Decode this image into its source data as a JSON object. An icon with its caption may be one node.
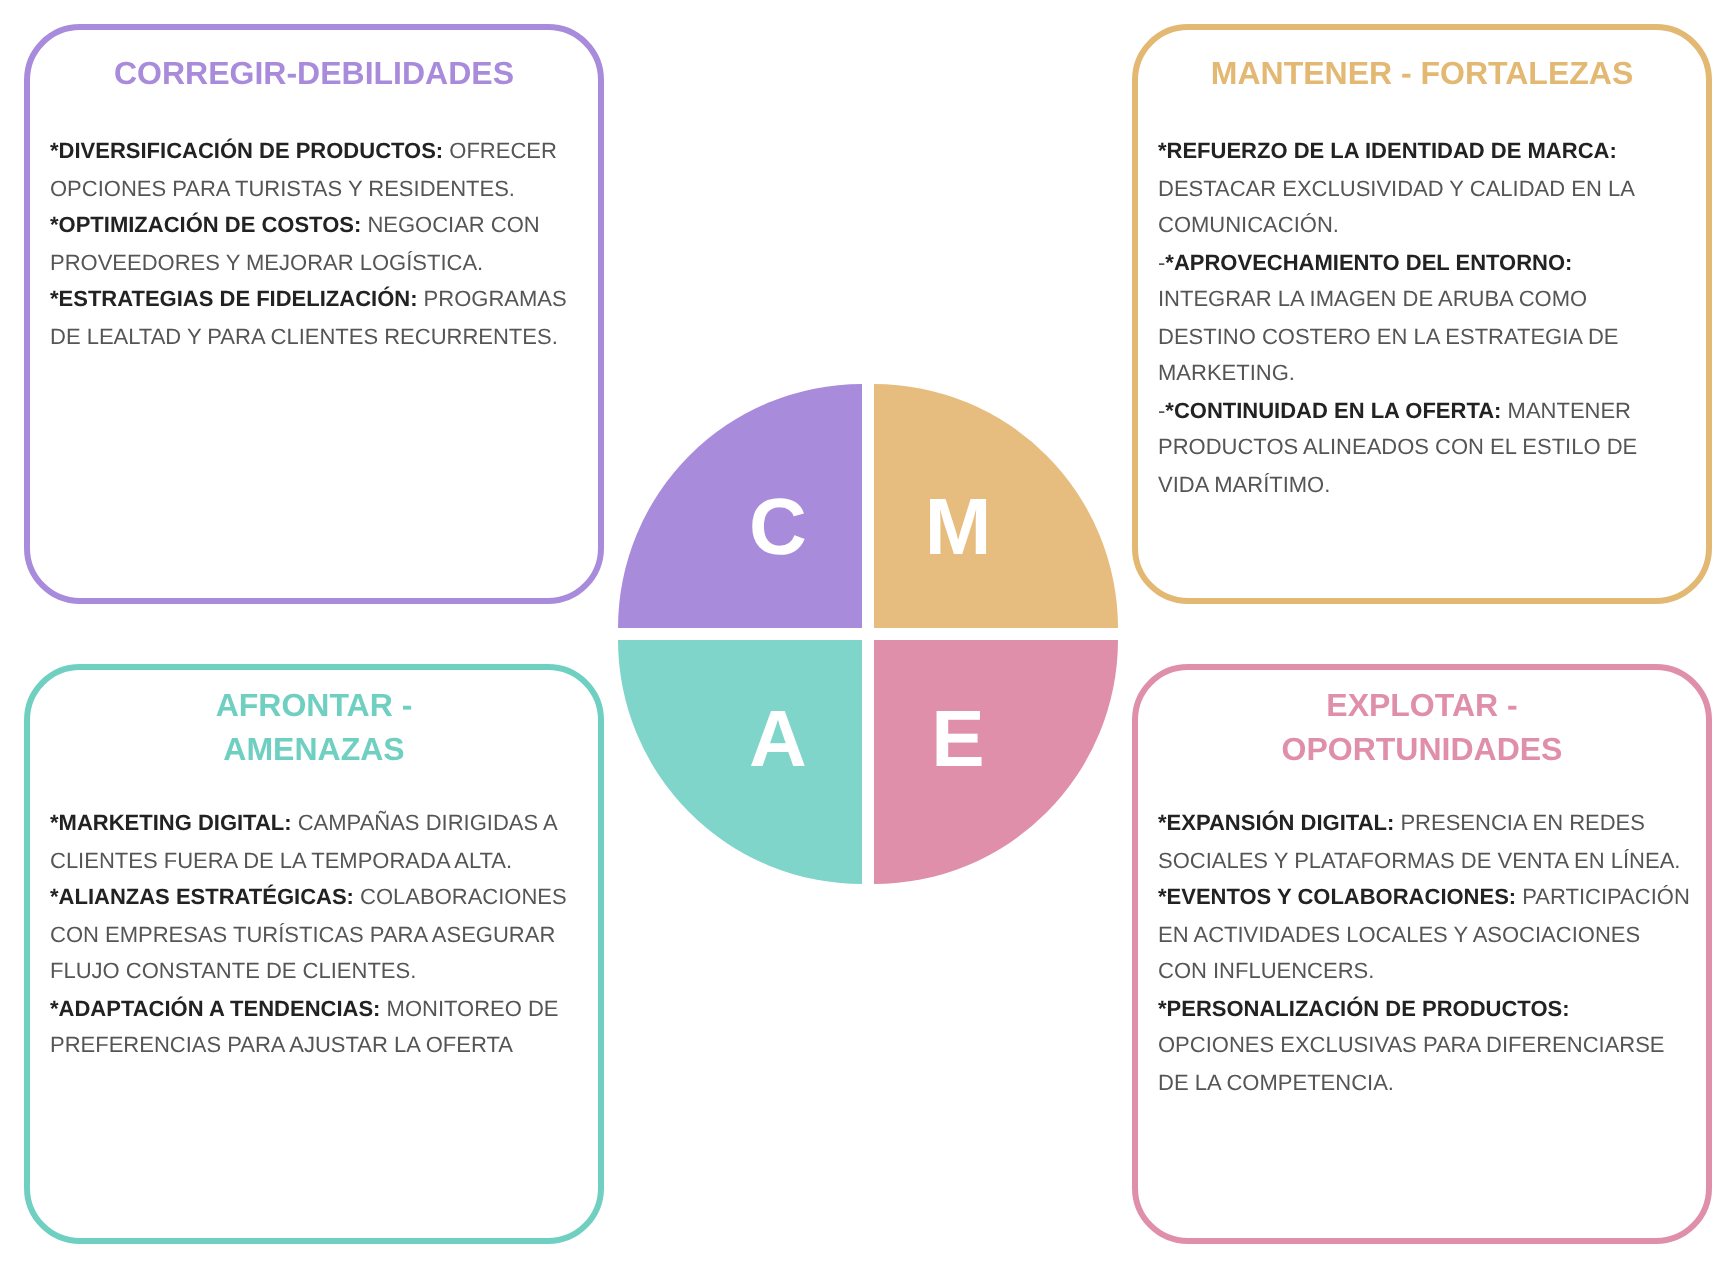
{
  "diagram": {
    "nodes": [
      {
        "text": [
          "CORREGIR-DEBILIDADES",
          "***DIVERSIFICACIÓN DE PRODUCTOS:** OFRECER OPCIONES PARA TURISTAS Y RESIDENTES.",
          "***OPTIMIZACIÓN DE COSTOS:** NEGOCIAR CON PROVEEDORES Y MEJORAR LOGÍSTICA.",
          "***ESTRATEGIAS DE FIDELIZACIÓN:** PROGRAMAS DE LEALTAD Y PARA CLIENTES RECURRENTES."
        ]
      },
      {
        "text": [
          "MANTENER - FORTALEZAS",
          "***REFUERZO DE LA IDENTIDAD DE MARCA:** DESTACAR EXCLUSIVIDAD Y CALIDAD EN LA COMUNICACIÓN.",
          "-***APROVECHAMIENTO DEL ENTORNO:** INTEGRAR LA IMAGEN DE ARUBA COMO DESTINO COSTERO EN LA ESTRATEGIA DE MARKETING.",
          "-***CONTINUIDAD EN LA OFERTA:** MANTENER PRODUCTOS ALINEADOS CON EL ESTILO DE VIDA MARÍTIMO."
        ]
      },
      {
        "text": [
          "C"
        ]
      },
      {
        "text": [
          "M"
        ]
      },
      {
        "text": [
          "A"
        ]
      },
      {
        "text": [
          "E"
        ]
      },
      {
        "text": [
          "AFRONTAR - AMENAZAS",
          "***MARKETING DIGITAL:** CAMPAÑAS DIRIGIDAS A CLIENTES FUERA DE LA TEMPORADA ALTA.",
          "***ALIANZAS ESTRATÉGICAS:** COLABORACIONES CON EMPRESAS TURÍSTICAS PARA ASEGURAR FLUJO CONSTANTE DE CLIENTES.",
          "***ADAPTACIÓN A TENDENCIAS:** MONITOREO DE PREFERENCIAS PARA AJUSTAR LA OFERTA"
        ]
      },
      {
        "text": [
          "EXPLOTAR - OPORTUNIDADES",
          "***EXPANSIÓN DIGITAL:** PRESENCIA EN REDES SOCIALES Y PLATAFORMAS DE VENTA EN LÍNEA.",
          "***EVENTOS Y COLABORACIONES:** PARTICIPACIÓN EN ACTIVIDADES LOCALES Y ASOCIACIONES CON INFLUENCERS.",
          "***PERSONALIZACIÓN DE PRODUCTOS:** OPCIONES EXCLUSIVAS PARA DIFERENCIARSE DE LA COMPETENCIA."
        ]
      }
    ],
    "edges": []
  }
}
